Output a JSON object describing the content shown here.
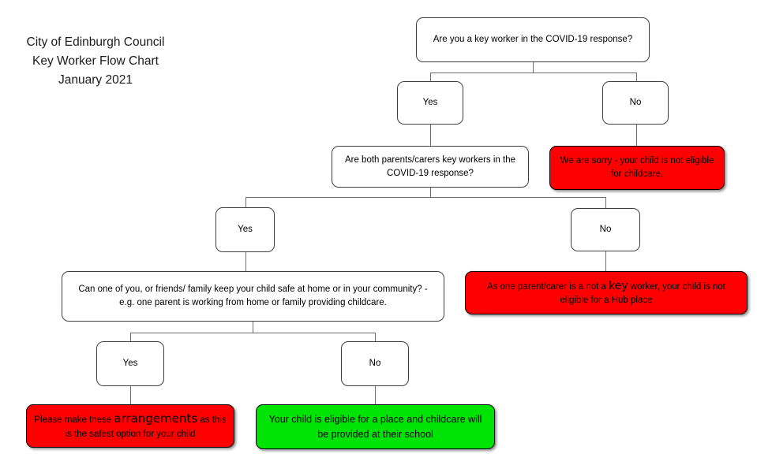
{
  "title": {
    "lines": [
      "City of Edinburgh Council",
      "Key Worker Flow Chart",
      "January 2021"
    ]
  },
  "colors": {
    "negative": "#ff0000",
    "positive": "#00e405",
    "plain": "#ffffff",
    "connector": "#6e6e6e",
    "box_border": "#3f3f3f"
  },
  "nodes": {
    "q1": "Are you a key worker in the COVID-19 response?",
    "yes1": "Yes",
    "no1": "No",
    "q2": "Are both parents/carers key workers in the COVID-19 response?",
    "sorry": "We are sorry - your child is not eligible for childcare.",
    "yes2": "Yes",
    "no2": "No",
    "q3": "Can one of you, or friends/ family keep your child safe at home or in your community? - e.g. one parent is working from home or family providing childcare.",
    "hub": {
      "pre": "As one parent/carer is a not a ",
      "emph": "key",
      "post": " worker, your child is not eligible for a Hub place"
    },
    "yes3": "Yes",
    "no3": "No",
    "arrange": {
      "pre": "Please make these ",
      "emph": "arrangements",
      "post": " as this is the safest option for your child"
    },
    "eligible": "Your child is eligible for a place and childcare will be provided at their school"
  }
}
